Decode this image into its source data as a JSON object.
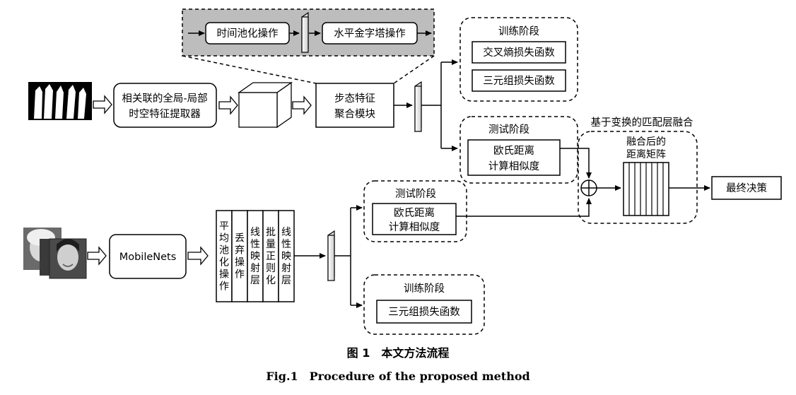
{
  "top": {
    "pool_box": "时间池化操作",
    "pyramid_box": "水平金字塔操作",
    "extractor_line1": "相关联的全局-局部",
    "extractor_line2": "时空特征提取器",
    "gait_line1": "步态特征",
    "gait_line2": "聚合模块",
    "train_title": "训练阶段",
    "loss1": "交叉熵损失函数",
    "loss2": "三元组损失函数",
    "test_title": "测试阶段",
    "euclid_line1": "欧氏距离",
    "euclid_line2": "计算相似度"
  },
  "fusion": {
    "title": "基于变换的匹配层融合",
    "matrix_line1": "融合后的",
    "matrix_line2": "距离矩阵",
    "decision": "最终决策"
  },
  "bottom": {
    "mobilenets": "MobileNets",
    "layers": [
      "平均池化操作",
      "丢弃操作",
      "线性映射层",
      "批量正则化",
      "线性映射层"
    ],
    "test_title": "测试阶段",
    "euclid_line1": "欧氏距离",
    "euclid_line2": "计算相似度",
    "train_title": "训练阶段",
    "loss": "三元组损失函数"
  },
  "caption": {
    "cn": "图 1　本文方法流程",
    "en": "Fig.1　Procedure of the proposed method"
  }
}
